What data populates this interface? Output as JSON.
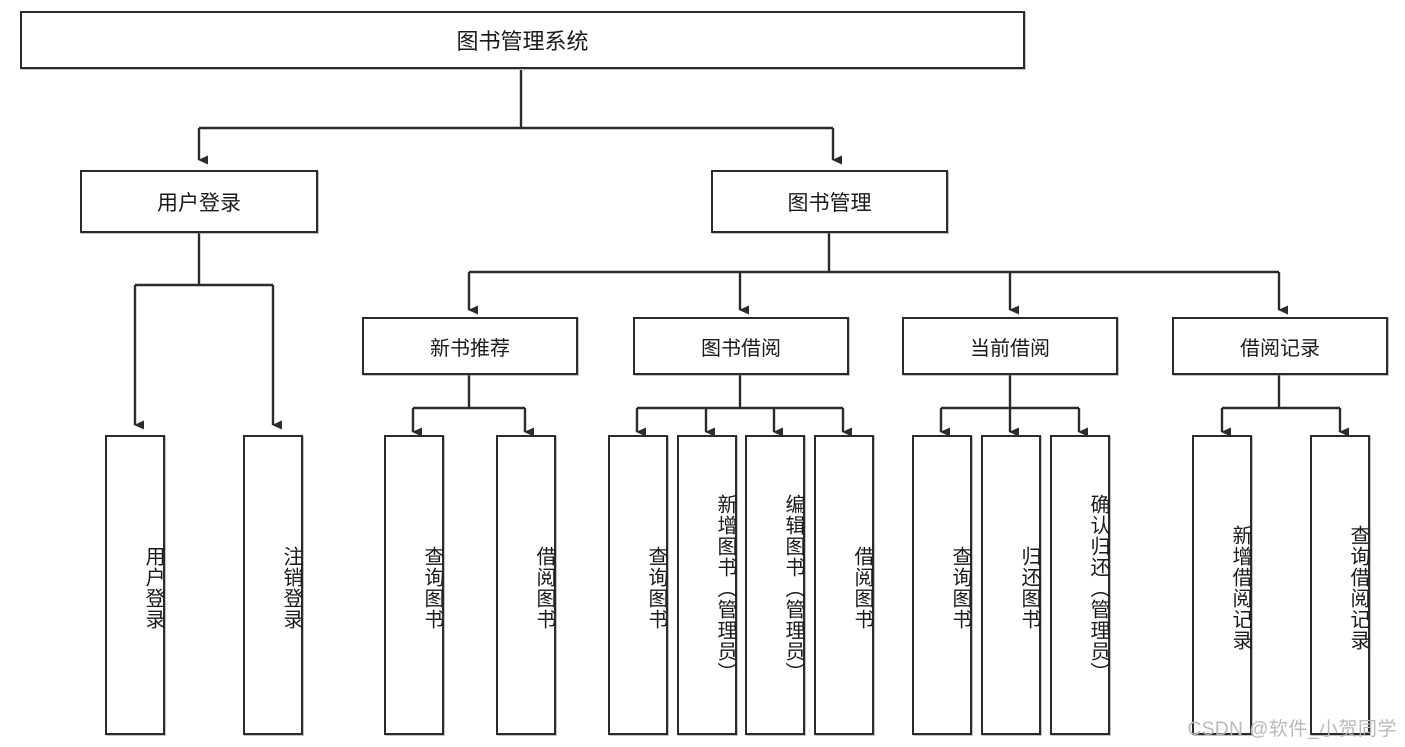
{
  "diagram": {
    "title": "图书管理系统",
    "type": "hierarchy-tree",
    "colors": {
      "box_border": "#2b2b2b",
      "box_fill": "#ffffff",
      "connector": "#2b2b2b",
      "background": "#ffffff",
      "watermark": "#b9b9b9"
    },
    "root": {
      "label": "图书管理系统"
    },
    "level1": [
      {
        "label": "用户登录"
      },
      {
        "label": "图书管理"
      }
    ],
    "level2": [
      {
        "label": "新书推荐"
      },
      {
        "label": "图书借阅"
      },
      {
        "label": "当前借阅"
      },
      {
        "label": "借阅记录"
      }
    ],
    "leaves": {
      "user_login": [
        {
          "label": "用户登录"
        },
        {
          "label": "注销登录"
        }
      ],
      "new_book_recommend": [
        {
          "label": "查询图书"
        },
        {
          "label": "借阅图书"
        }
      ],
      "book_borrow": [
        {
          "label": "查询图书"
        },
        {
          "label": "新增图书（管理员）"
        },
        {
          "label": "编辑图书（管理员）"
        },
        {
          "label": "借阅图书"
        }
      ],
      "current_borrow": [
        {
          "label": "查询图书"
        },
        {
          "label": "归还图书"
        },
        {
          "label": "确认归还（管理员）"
        }
      ],
      "borrow_record": [
        {
          "label": "新增借阅记录"
        },
        {
          "label": "查询借阅记录"
        }
      ]
    },
    "watermark": "CSDN @软件_小贺同学"
  }
}
